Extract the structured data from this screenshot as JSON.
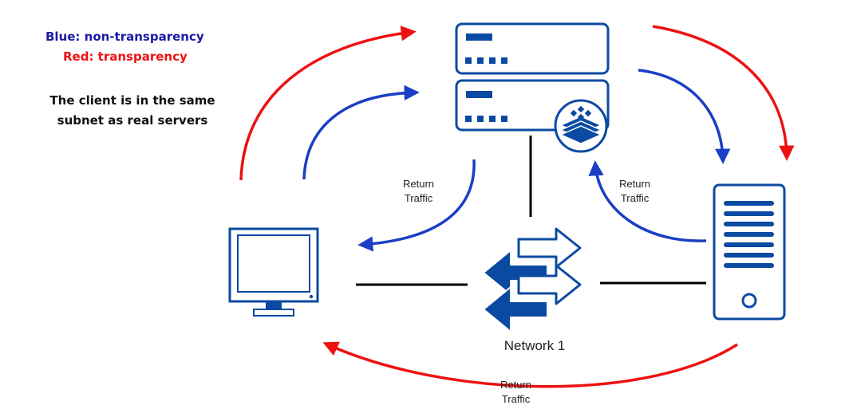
{
  "legend": {
    "blue_label": "Blue: non-transparency",
    "blue_color": "#1a1aa6",
    "red_label": "Red: transparency",
    "red_color": "#ee1111"
  },
  "note": {
    "line1": "The client is in the same",
    "line2": "subnet as real servers"
  },
  "labels": {
    "return_left": {
      "line1": "Return",
      "line2": "Traffic"
    },
    "return_right": {
      "line1": "Return",
      "line2": "Traffic"
    },
    "return_bottom": {
      "line1": "Return",
      "line2": "Traffic"
    },
    "network": "Network 1"
  },
  "colors": {
    "device_blue": "#0b4aa2",
    "flow_blue": "#1a3fc4",
    "flow_red": "#ee1111",
    "link": "#000000"
  },
  "icons": {
    "load_balancer_top": "server-rack-icon",
    "load_balancer_bottom": "server-rack-icon",
    "badge": "layers-badge-icon",
    "client": "monitor-icon",
    "switch": "network-switch-icon",
    "real_server": "tower-server-icon"
  }
}
